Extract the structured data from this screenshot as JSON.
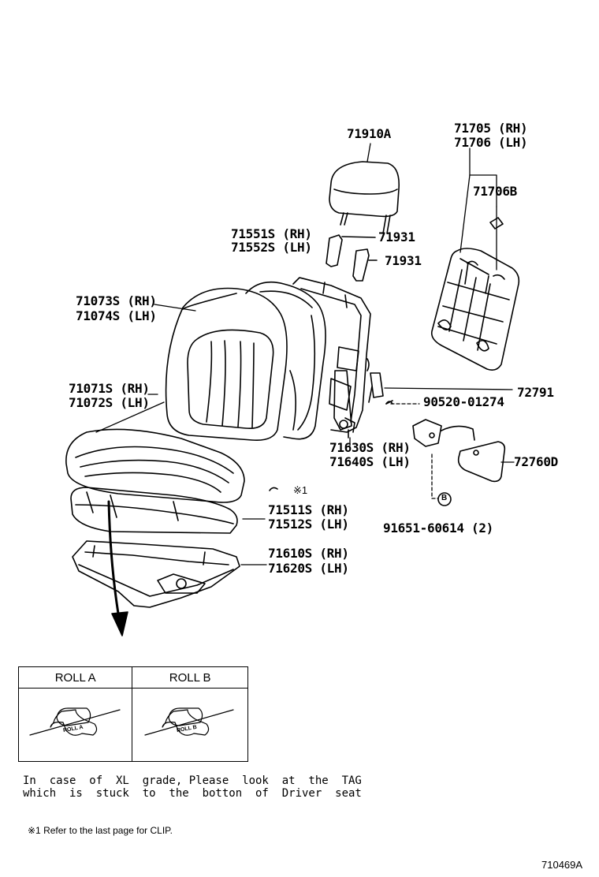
{
  "parts": {
    "p71910A": "71910A",
    "p71705": "71705 (RH)",
    "p71706": "71706 (LH)",
    "p71706B": "71706B",
    "p71551S": "71551S (RH)",
    "p71552S": "71552S (LH)",
    "p71931a": "71931",
    "p71931b": "71931",
    "p71073S": "71073S (RH)",
    "p71074S": "71074S (LH)",
    "p72791": "72791",
    "p90520": "90520-01274",
    "p71071S": "71071S (RH)",
    "p71072S": "71072S (LH)",
    "p71630S": "71630S (RH)",
    "p71640S": "71640S (LH)",
    "p72760D": "72760D",
    "clip_mark": "※1",
    "p71511S": "71511S (RH)",
    "p71512S": "71512S (LH)",
    "p91651": "91651-60614 (2)",
    "p71610S": "71610S (RH)",
    "p71620S": "71620S (LH)",
    "bolt_symbol": "B"
  },
  "roll_table": {
    "header_a": "ROLL  A",
    "header_b": "ROLL  B",
    "tag_a_text": "ROLL A",
    "tag_b_text": "ROLL B"
  },
  "notes": {
    "grade_line1": "In  case  of  XL  grade, Please  look  at  the  TAG",
    "grade_line2": "which  is  stuck  to  the  botton  of  Driver  seat",
    "clip_note": "※1   Refer to the last page for CLIP."
  },
  "figure_id": "710469A"
}
